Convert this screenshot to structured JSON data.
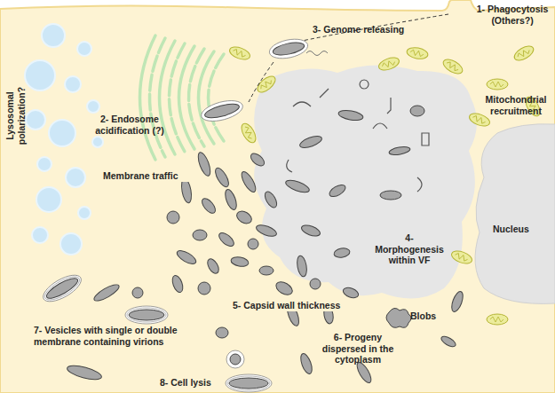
{
  "diagram": {
    "labels": [
      "1- Phagocytosis (Others?)",
      "2- Endosome acidification (?)",
      "3- Genome releasing",
      "Mitochondrial recruitment",
      "Lysosomal polarization?",
      "Membrane traffic",
      "4- Morphogenesis within VF",
      "Nucleus",
      "5- Capsid wall thickness",
      "Blobs",
      "6- Progeny dispersed in the cytoplasm",
      "7- Vesicles with single or double membrane containing virions",
      "8- Cell lysis"
    ]
  }
}
